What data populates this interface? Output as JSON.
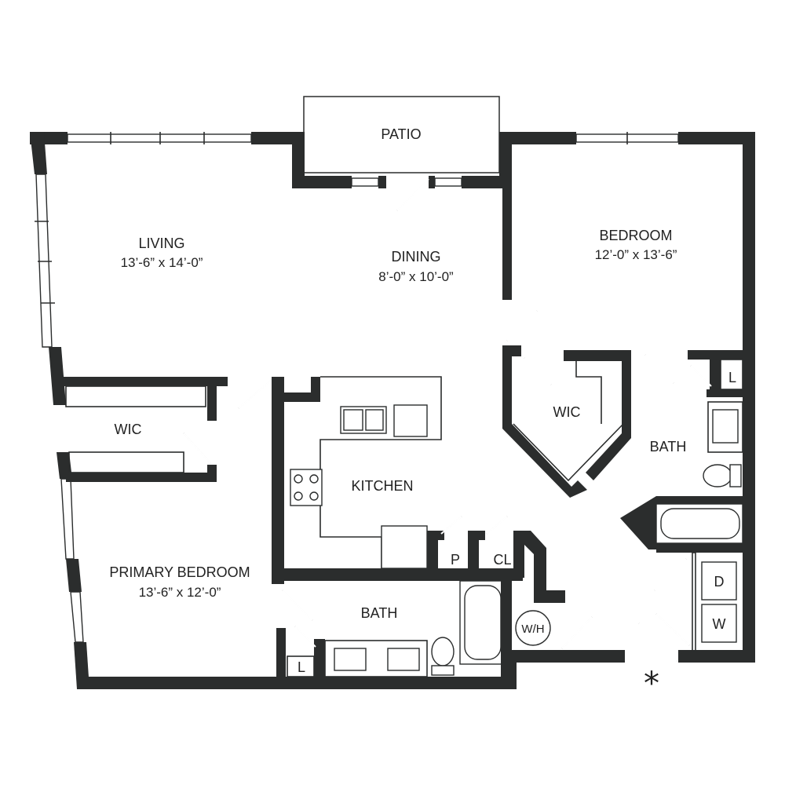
{
  "rooms": {
    "patio": {
      "name": "PATIO"
    },
    "living": {
      "name": "LIVING",
      "size": "13’-6” x 14’-0”"
    },
    "dining": {
      "name": "DINING",
      "size": "8’-0” x 10’-0”"
    },
    "bedroom": {
      "name": "BEDROOM",
      "size": "12’-0” x 13’-6”"
    },
    "wic_left": {
      "name": "WIC"
    },
    "wic_right": {
      "name": "WIC"
    },
    "kitchen": {
      "name": "KITCHEN"
    },
    "bath_right": {
      "name": "BATH"
    },
    "bath_bottom": {
      "name": "BATH"
    },
    "primary_bedroom": {
      "name": "PRIMARY BEDROOM",
      "size": "13’-6” x 12’-0”"
    }
  },
  "closets": {
    "pantry": "P",
    "coat_closet": "CL",
    "linen_right": "L",
    "linen_bottom": "L",
    "dryer": "D",
    "washer": "W",
    "water_heater": "W/H"
  },
  "marker": "*"
}
